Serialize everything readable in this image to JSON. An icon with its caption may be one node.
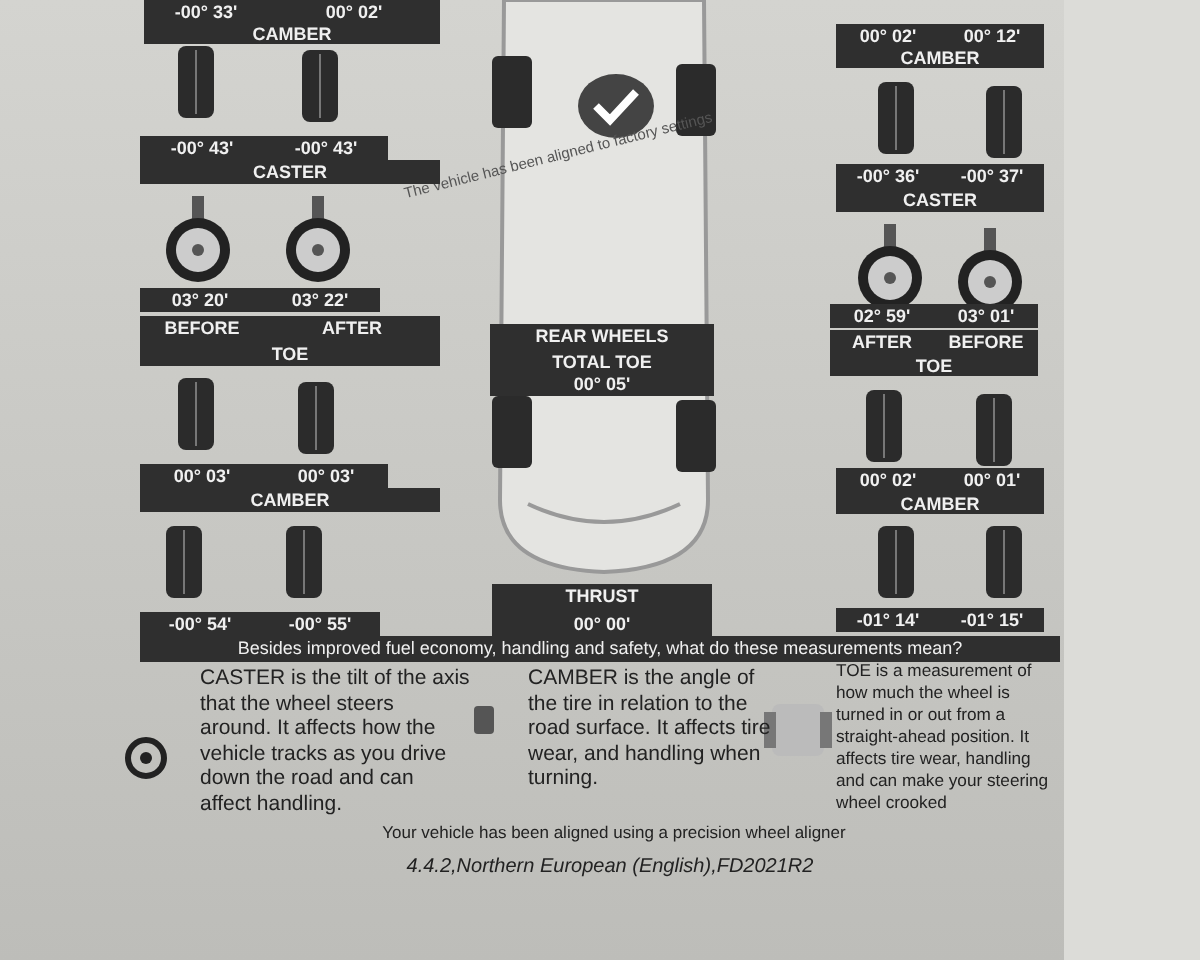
{
  "diagram": {
    "labels": [
      "-00° 33'",
      "00° 02'",
      "CAMBER",
      "00° 02'",
      "00° 12'",
      "CAMBER",
      "The vehicle has been aligned to factory settings",
      "-00° 43'",
      "-00° 43'",
      "CASTER",
      "-00° 36'",
      "-00° 37'",
      "CASTER",
      "03° 20'",
      "03° 22'",
      "02° 59'",
      "03° 01'",
      "BEFORE",
      "AFTER",
      "TOE",
      "REAR WHEELS",
      "TOTAL TOE",
      "00° 05'",
      "AFTER",
      "BEFORE",
      "TOE",
      "00° 03'",
      "00° 03'",
      "CAMBER",
      "00° 02'",
      "00° 01'",
      "CAMBER",
      "THRUST",
      "-00° 54'",
      "-00° 55'",
      "00° 00'",
      "-01° 14'",
      "-01° 15'",
      "Besides improved fuel economy, handling and safety, what do these measurements mean?",
      "CASTER is the tilt of the axis that the wheel steers around. It affects how the vehicle tracks as you drive down the road and can affect handling.",
      "CAMBER is the angle of the tire in relation to the road surface. It affects tire wear, and handling when turning.",
      "TOE is a measurement of how much the wheel is turned in or out from a straight-ahead position. It affects tire wear, handling and can make your steering wheel crooked",
      "Your vehicle has been aligned using a precision wheel aligner",
      "4.4.2,Northern European (English),FD2021R2"
    ]
  }
}
